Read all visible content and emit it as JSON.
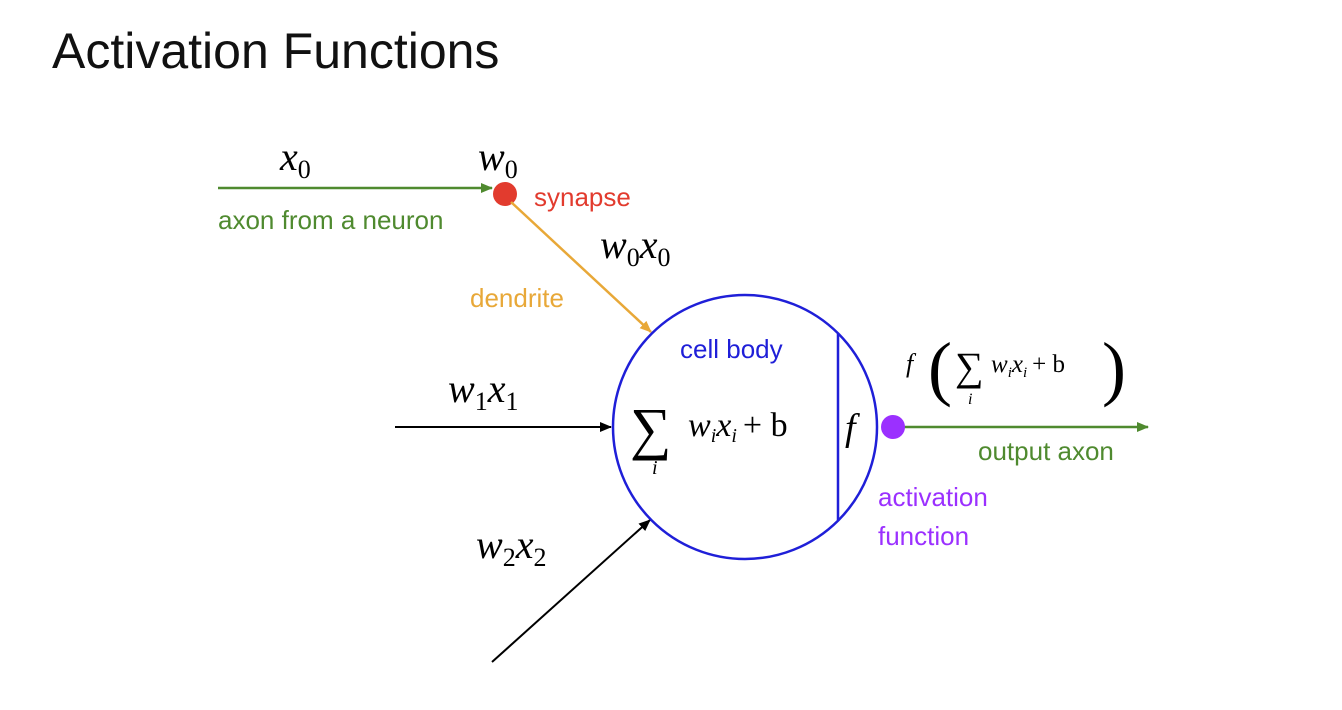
{
  "title": "Activation Functions",
  "labels": {
    "x0_var": "x",
    "x0_sub": "0",
    "w0_var": "w",
    "w0_sub": "0",
    "axon_from": "axon from a neuron",
    "synapse": "synapse",
    "w0x0_w": "w",
    "w0x0_ws": "0",
    "w0x0_x": "x",
    "w0x0_xs": "0",
    "dendrite": "dendrite",
    "cell_body": "cell body",
    "w1x1_w": "w",
    "w1x1_ws": "1",
    "w1x1_x": "x",
    "w1x1_xs": "1",
    "w2x2_w": "w",
    "w2x2_ws": "2",
    "w2x2_x": "x",
    "w2x2_xs": "2",
    "sum_symbol": "∑",
    "sum_index": "i",
    "sum_expr_w": "w",
    "sum_expr_i1": "i",
    "sum_expr_x": "x",
    "sum_expr_i2": "i",
    "sum_plus_b": "+ b",
    "f_inside": "f",
    "out_f": "f",
    "out_lparen": "(",
    "out_sum": "∑",
    "out_index": "i",
    "out_w": "w",
    "out_wi": "i",
    "out_x": "x",
    "out_xi": "i",
    "out_plus_b": "+ b",
    "out_rparen": ")",
    "output_axon": "output axon",
    "activation_line1": "activation",
    "activation_line2": "function"
  },
  "colors": {
    "green": "#4f8a2f",
    "orange": "#e8a838",
    "red": "#e23b2e",
    "blue": "#1f1fd8",
    "purple": "#9b30ff",
    "black": "#000000"
  }
}
